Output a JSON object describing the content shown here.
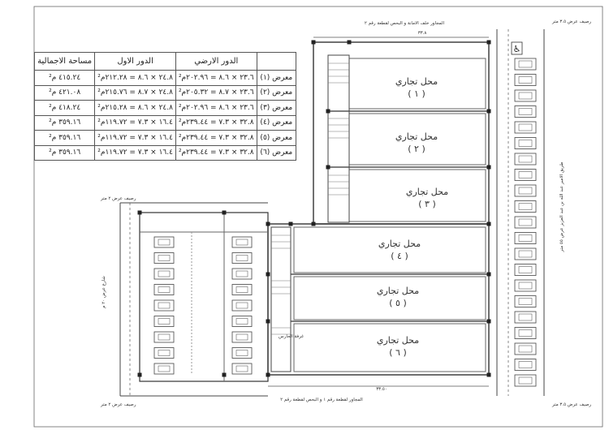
{
  "table": {
    "headers": [
      "",
      "الدور الارضي",
      "الدور الاول",
      "مساحة الاجمالية"
    ],
    "rows": [
      {
        "name": "معرض (١)",
        "ground": "٢٣.٦ × ٨.٦ = ٢٠٢.٩٦م²",
        "first": "٢٤.٨ × ٨.٦ = ٢١٢.٢٨م²",
        "total": "٤١٥.٢٤ م²"
      },
      {
        "name": "معرض (٢)",
        "ground": "٢٣.٦ × ٨.٧ = ٢٠٥.٣٢م²",
        "first": "٢٤.٨ × ٨.٧ = ٢١٥.٧٦م²",
        "total": "٤٢١.٠٨ م²"
      },
      {
        "name": "معرض (٣)",
        "ground": "٢٣.٦ × ٨.٦ = ٢٠٢.٩٦م²",
        "first": "٢٤.٨ × ٨.٦ = ٢١٥.٢٨م²",
        "total": "٤١٨.٢٤ م²"
      },
      {
        "name": "معرض (٤)",
        "ground": "٣٢.٨ × ٧.٣ = ٢٣٩.٤٤م²",
        "first": "١٦.٤ × ٧.٣ = ١١٩.٧٢م²",
        "total": "٣٥٩.١٦ م²"
      },
      {
        "name": "معرض (٥)",
        "ground": "٣٢.٨ × ٧.٣ = ٢٣٩.٤٤م²",
        "first": "١٦.٤ × ٧.٣ = ١١٩.٧٢م²",
        "total": "٣٥٩.١٦ م²"
      },
      {
        "name": "معرض (٦)",
        "ground": "٣٢.٨ × ٧.٣ = ٢٣٩.٤٤م²",
        "first": "١٦.٤ × ٧.٣ = ١١٩.٧٢م²",
        "total": "٣٥٩.١٦ م²"
      }
    ]
  },
  "shops": [
    {
      "label": "محل تجاري",
      "number": "( ١ )"
    },
    {
      "label": "محل تجاري",
      "number": "( ٢ )"
    },
    {
      "label": "محل تجاري",
      "number": "( ٣ )"
    },
    {
      "label": "محل تجاري",
      "number": "( ٤ )"
    },
    {
      "label": "محل تجاري",
      "number": "( ٥ )"
    },
    {
      "label": "محل تجاري",
      "number": "( ٦ )"
    }
  ],
  "annotations": {
    "top_neighbor": "المجاور خلف الامانة و البحص لقطعة رقم ٢",
    "top_dim": "٣٣.٨",
    "bottom_neighbor": "المجاور لقطعة رقم ١ و البحص لقطعة رقم ٢",
    "bottom_dim": "٣٣.٥٠",
    "right_street": "طريق الامير عبد الله بن عبد العزيز عرض ٥٥ متر",
    "left_street": "شارع عرض ٢٠ م",
    "top_right_sidewalk": "رصيف عرض ٣.٥ متر",
    "bottom_right_sidewalk": "رصيف عرض ٣.٥ متر",
    "left_top_sidewalk": "رصيف عرض ٢ متر",
    "left_bottom_sidewalk": "رصيف عرض ٢ متر",
    "stair_label": "غرفة الحارس"
  }
}
